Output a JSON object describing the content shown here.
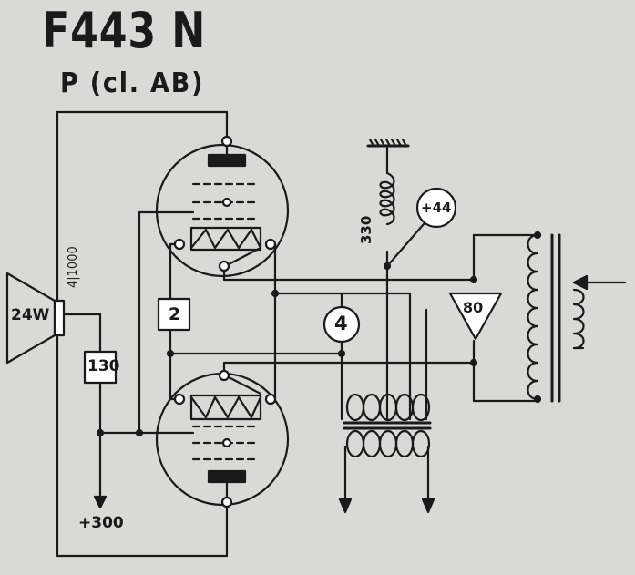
{
  "title": "F443 N",
  "subtitle": "P (cl. AB)",
  "labels": {
    "speaker_power": "24W",
    "speaker_impedance": "4|1000",
    "resistor_130": "130",
    "resistor_2": "2",
    "resistor_4": "4",
    "resistor_80": "80",
    "resistor_330": "330",
    "voltage_plus44": "+44",
    "voltage_plus300": "+300"
  }
}
